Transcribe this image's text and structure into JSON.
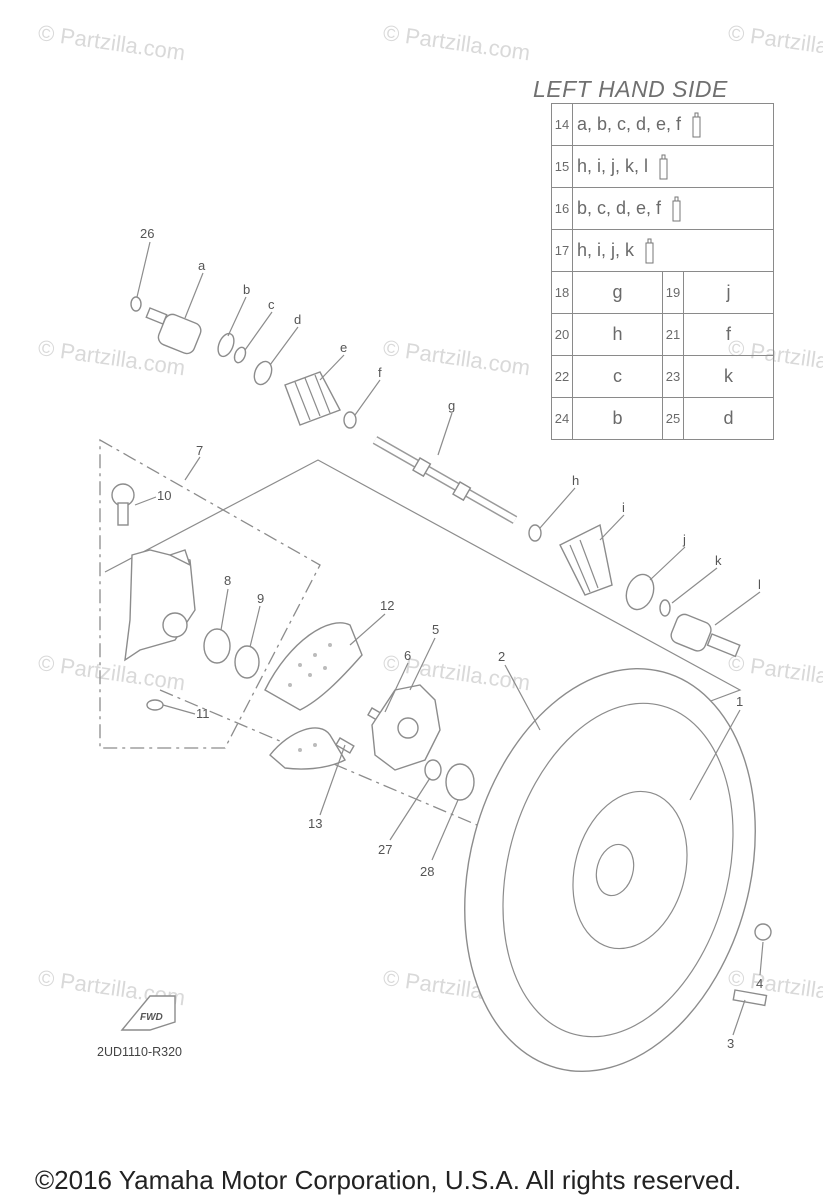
{
  "watermark": "© Partzilla.com",
  "legend": {
    "title": "LEFT HAND SIDE",
    "grease_rows": [
      {
        "num": "14",
        "letters": "a, b, c, d, e, f"
      },
      {
        "num": "15",
        "letters": "h, i, j, k, l"
      },
      {
        "num": "16",
        "letters": "b, c, d, e, f"
      },
      {
        "num": "17",
        "letters": "h, i, j, k"
      }
    ],
    "pair_rows": [
      [
        {
          "num": "18",
          "code": "g"
        },
        {
          "num": "19",
          "code": "j"
        }
      ],
      [
        {
          "num": "20",
          "code": "h"
        },
        {
          "num": "21",
          "code": "f"
        }
      ],
      [
        {
          "num": "22",
          "code": "c"
        },
        {
          "num": "23",
          "code": "k"
        }
      ],
      [
        {
          "num": "24",
          "code": "b"
        },
        {
          "num": "25",
          "code": "d"
        }
      ]
    ]
  },
  "callouts": {
    "c26": "26",
    "a": "a",
    "b": "b",
    "c": "c",
    "d": "d",
    "e": "e",
    "f": "f",
    "g": "g",
    "h": "h",
    "i": "i",
    "j": "j",
    "k": "k",
    "l": "l",
    "c7": "7",
    "c10": "10",
    "c8": "8",
    "c9": "9",
    "c11": "11",
    "c12": "12",
    "c5": "5",
    "c6": "6",
    "c2": "2",
    "c1": "1",
    "c13": "13",
    "c27": "27",
    "c28": "28",
    "c4": "4",
    "c3": "3"
  },
  "fwd_label": "FWD",
  "diagram_code": "2UD1110-R320",
  "copyright": "©2016  Yamaha Motor Corporation, U.S.A. All rights reserved."
}
